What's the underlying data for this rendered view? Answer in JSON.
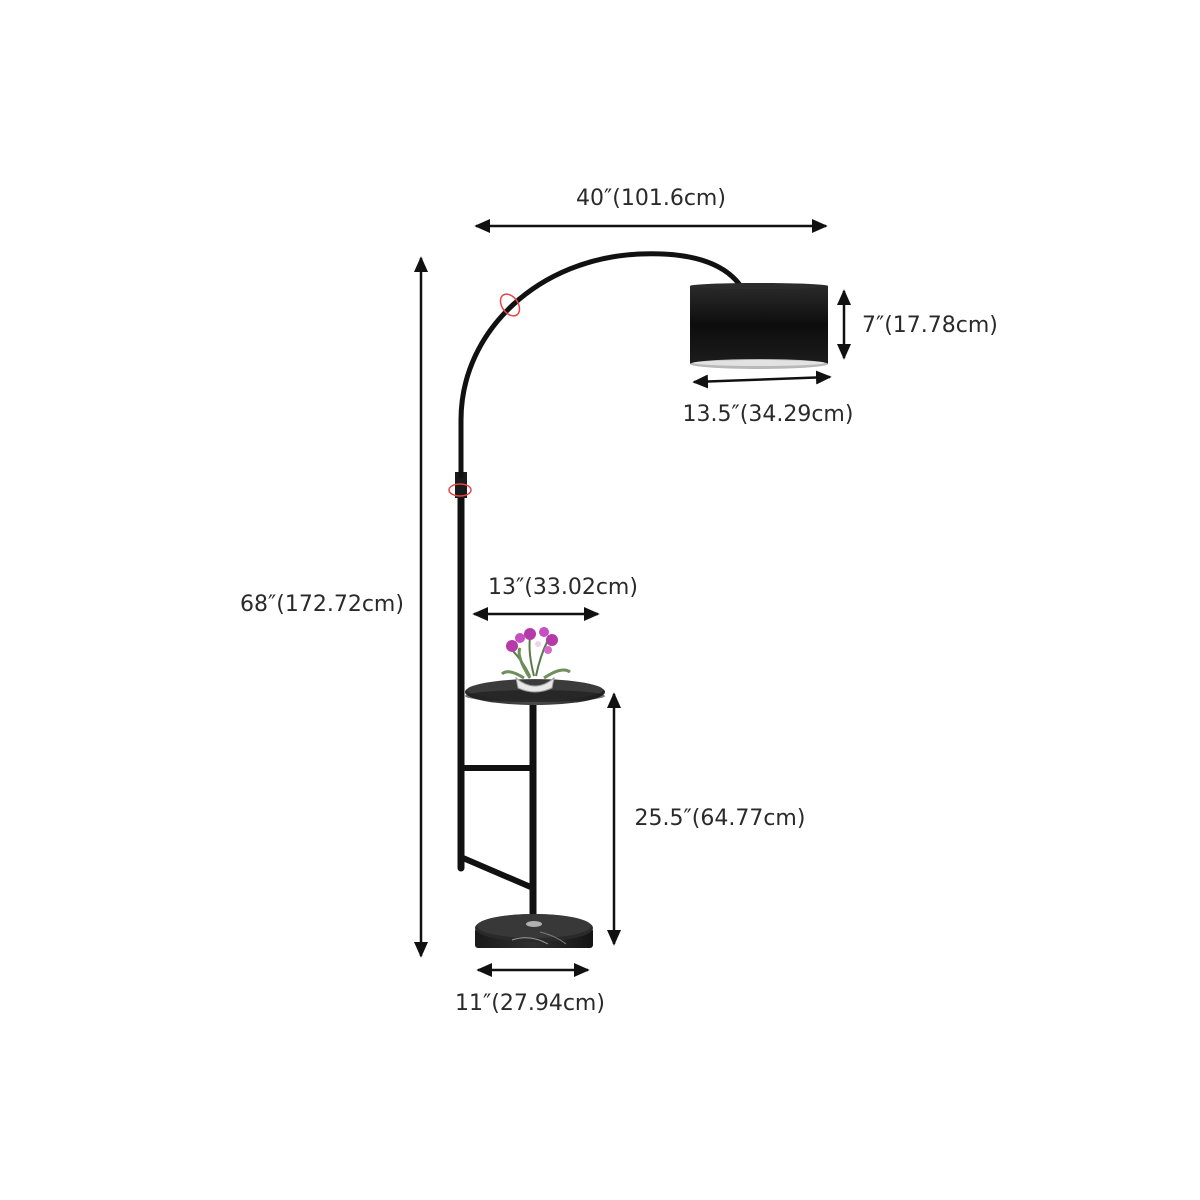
{
  "dimensions": {
    "arc_width": "40″(101.6cm)",
    "shade_height": "7″(17.78cm)",
    "shade_diameter": "13.5″(34.29cm)",
    "total_height": "68″(172.72cm)",
    "table_diameter": "13″(33.02cm)",
    "table_height": "25.5″(64.77cm)",
    "base_diameter": "11″(27.94cm)"
  },
  "colors": {
    "lamp": "#111111",
    "dimension_line": "#111111",
    "text": "#2a2a2a",
    "highlight": "#e64545",
    "flower": "#b43aa8",
    "leaf": "#5a7a4a"
  }
}
